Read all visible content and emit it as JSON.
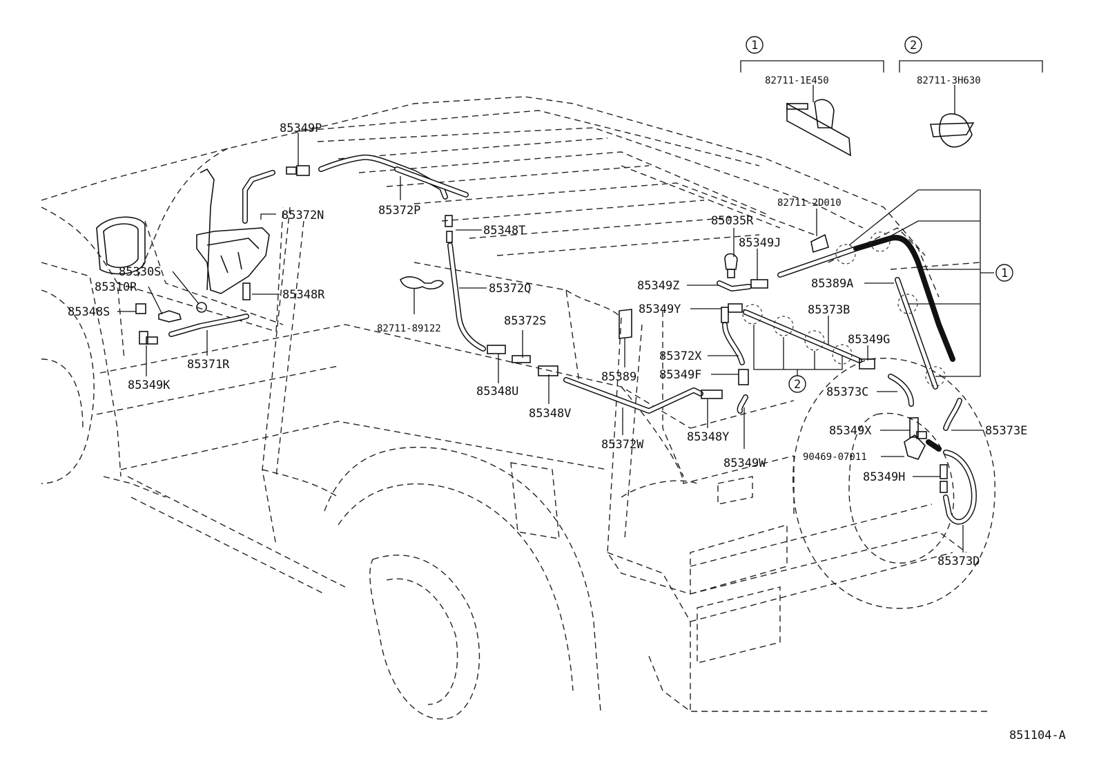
{
  "diagram": {
    "ref_code": "851104-A",
    "kits": [
      {
        "marker": "1",
        "part": "82711-1E450"
      },
      {
        "marker": "2",
        "part": "82711-3H630"
      }
    ],
    "labels": {
      "p85349P": "85349P",
      "p85372N": "85372N",
      "p85372P": "85372P",
      "p85348T": "85348T",
      "p85330S": "85330S",
      "p85310R": "85310R",
      "p85348S": "85348S",
      "p85348R": "85348R",
      "p85371R": "85371R",
      "p85349K": "85349K",
      "p82711_89122": "82711-89122",
      "p85372Q": "85372Q",
      "p85372S": "85372S",
      "p85348U": "85348U",
      "p85348V": "85348V",
      "p85372W": "85372W",
      "p85389": "85389",
      "p85348Y": "85348Y",
      "p85349W": "85349W",
      "p85035R": "85035R",
      "p85349J": "85349J",
      "p82711_2D010": "82711-2D010",
      "p85349Z": "85349Z",
      "p85349Y": "85349Y",
      "p85373B": "85373B",
      "p85389A": "85389A",
      "p85349G": "85349G",
      "p85372X": "85372X",
      "p85349F": "85349F",
      "p85373C": "85373C",
      "p85349X": "85349X",
      "p85373E": "85373E",
      "p90469_07011": "90469-07011",
      "p85349H": "85349H",
      "p85373D": "85373D",
      "callout_1": "1",
      "callout_2": "2"
    }
  }
}
